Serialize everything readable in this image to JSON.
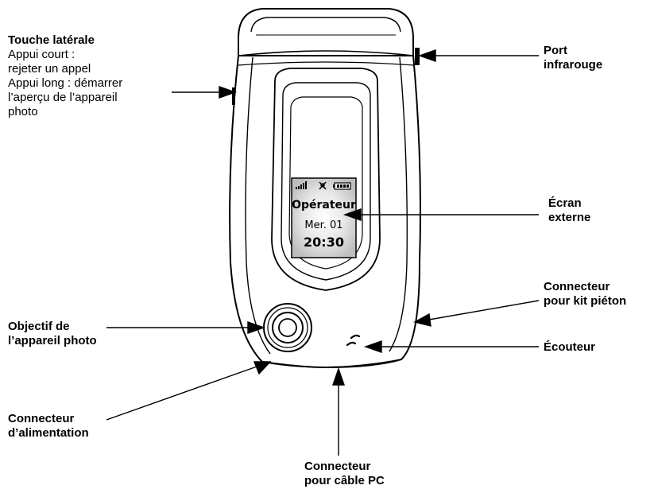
{
  "labels": {
    "side_key_title": "Touche latérale",
    "side_key_line1": "Appui court :",
    "side_key_line2": "rejeter un appel",
    "side_key_line3": "Appui long : démarrer",
    "side_key_line4": "l’aperçu de l’appareil",
    "side_key_line5": "photo",
    "ir_port_line1": "Port",
    "ir_port_line2": "infrarouge",
    "ext_screen_line1": "Écran",
    "ext_screen_line2": "externe",
    "headset_line1": "Connecteur",
    "headset_line2": "pour kit piéton",
    "earpiece": "Écouteur",
    "lens_line1": "Objectif de",
    "lens_line2": "l’appareil photo",
    "power_line1": "Connecteur",
    "power_line2": "d’alimentation",
    "pc_line1": "Connecteur",
    "pc_line2": "pour câble PC"
  },
  "screen": {
    "operator": "Opérateur",
    "date": "Mer. 01",
    "time": "20:30"
  }
}
